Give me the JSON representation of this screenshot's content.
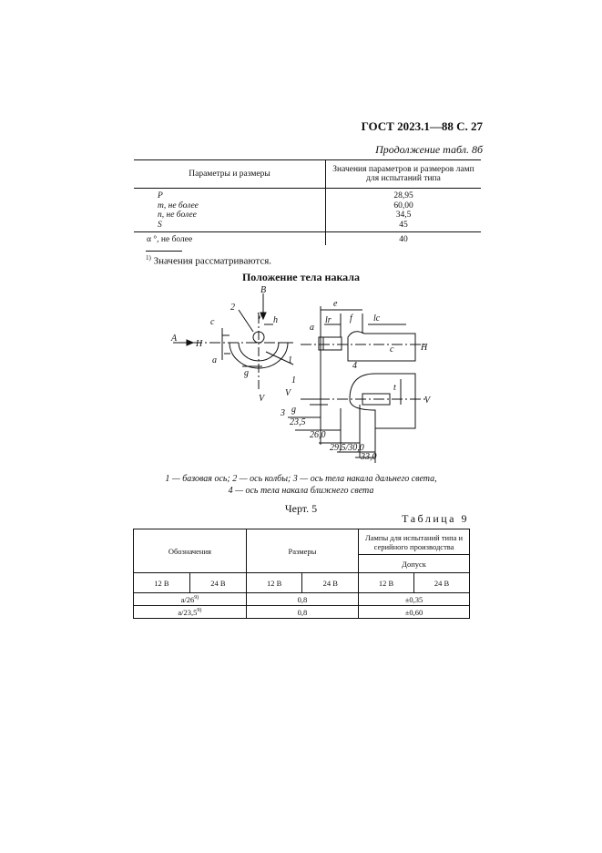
{
  "header": {
    "standard": "ГОСТ 2023.1—88 С. 27",
    "continuation": "Продолжение табл. 8б"
  },
  "table8": {
    "col1_header": "Параметры и размеры",
    "col2_header_line1": "Значения параметров и размеров ламп",
    "col2_header_line2": "для испытаний типа",
    "rows": [
      {
        "param": "P",
        "value": "28,95"
      },
      {
        "param": "m, не более",
        "value": "60,00"
      },
      {
        "param": "n, не более",
        "value": "34,5"
      },
      {
        "param": "S",
        "value": "45"
      }
    ],
    "last_row": {
      "param": "α °, не более",
      "value": "40"
    }
  },
  "footnote": {
    "mark": "1)",
    "text": "Значения рассматриваются."
  },
  "figure": {
    "title": "Положение тела накала",
    "labels": {
      "B": "B",
      "A": "A",
      "H_left": "H",
      "H_right": "H",
      "V_top": "V",
      "V_bottom": "V",
      "V_right": "V",
      "c_left": "c",
      "a_left": "a",
      "h": "h",
      "g": "g",
      "n1": "1",
      "n2": "2",
      "n3": "3",
      "n4": "4",
      "e": "e",
      "f": "f",
      "lr": "lr",
      "lc": "lc",
      "a_mid": "a",
      "c_mid": "c",
      "t": "t",
      "n1b": "1",
      "d235": "23,5",
      "d26": "26,0",
      "d295": "29,5/30,0",
      "d33": "33,0",
      "v_small": "V",
      "g_small": "g"
    },
    "caption_line1": "1 — базовая ось; 2 — ось колбы; 3 — ось тела накала дальнего света,",
    "caption_line2": "4 — ось тела накала ближнего света"
  },
  "chert": "Черт. 5",
  "table9": {
    "label": "Таблица 9",
    "col_designations": "Обозначения",
    "col_sizes": "Размеры",
    "col_lamps": "Лампы для испытаний типа и серийного производства",
    "tolerance": "Допуск",
    "v12": "12 В",
    "v24": "24 В",
    "rows": [
      {
        "name": "a/26",
        "sup": "9)",
        "size": "0,8",
        "tol": "±0,35"
      },
      {
        "name": "a/23,5",
        "sup": "9)",
        "size": "0,8",
        "tol": "±0,60"
      }
    ]
  }
}
